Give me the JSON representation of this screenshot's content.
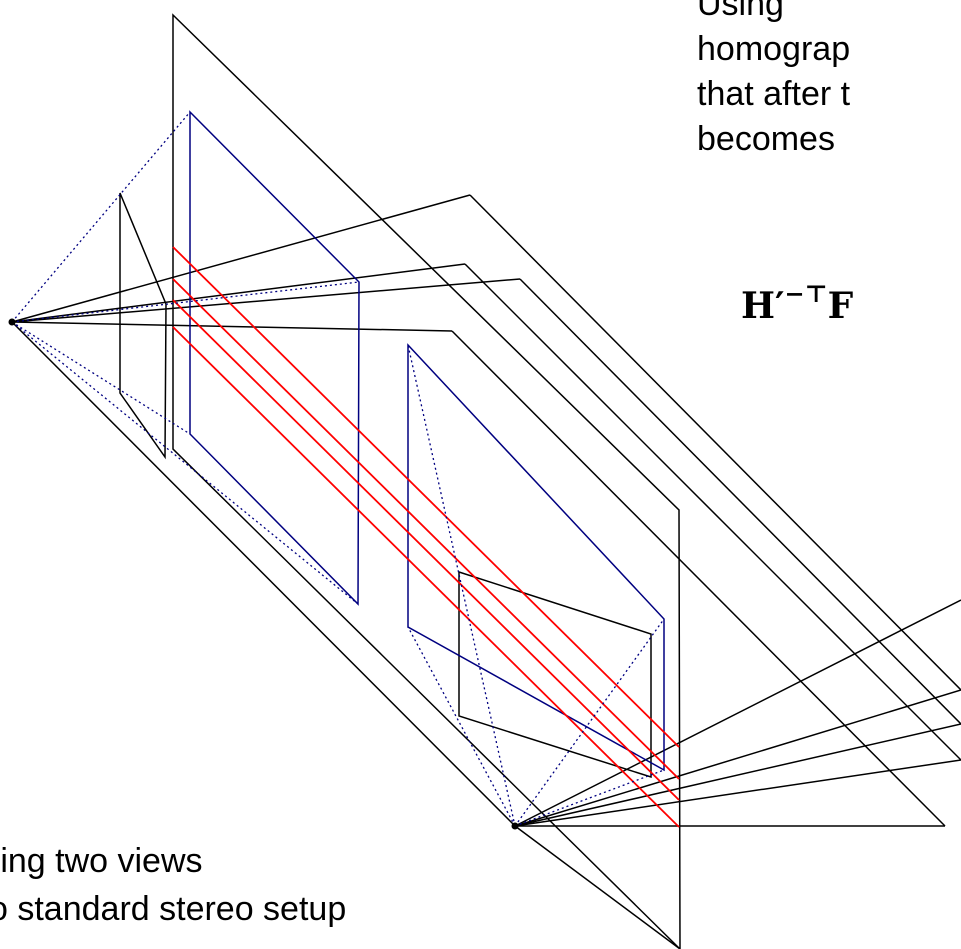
{
  "text_top_right": [
    "Using",
    "homograp",
    "that after t",
    "becomes"
  ],
  "formula": {
    "base": "H′",
    "superscript": "−⊤",
    "trailing": "F"
  },
  "text_bottom_left": [
    "ring two views",
    "o standard stereo setup"
  ],
  "colors": {
    "line": "#000000",
    "rectified_image": "#000080",
    "epipolar_line": "#ff0000",
    "background": "#ffffff"
  }
}
